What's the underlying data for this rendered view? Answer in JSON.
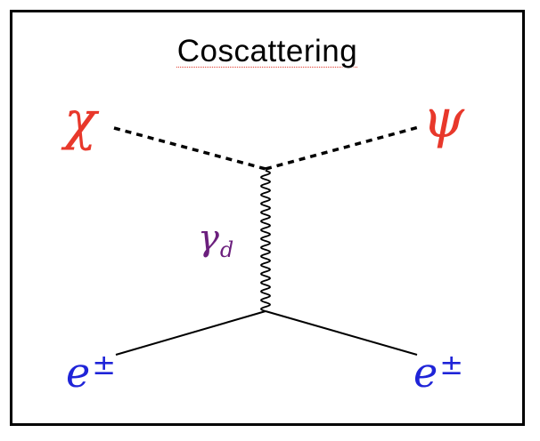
{
  "title": "Coscattering",
  "particles": {
    "top_left": "χ",
    "top_right": "ψ",
    "mediator": "γ",
    "mediator_sub": "d",
    "bottom_left": "e",
    "bottom_left_sup": "±",
    "bottom_right": "e",
    "bottom_right_sup": "±"
  },
  "colors": {
    "dark_sector": "#e8382b",
    "mediator": "#6b1f7d",
    "electron": "#1f24d8",
    "lines": "#000000",
    "title_underline": "#e23b2e"
  }
}
